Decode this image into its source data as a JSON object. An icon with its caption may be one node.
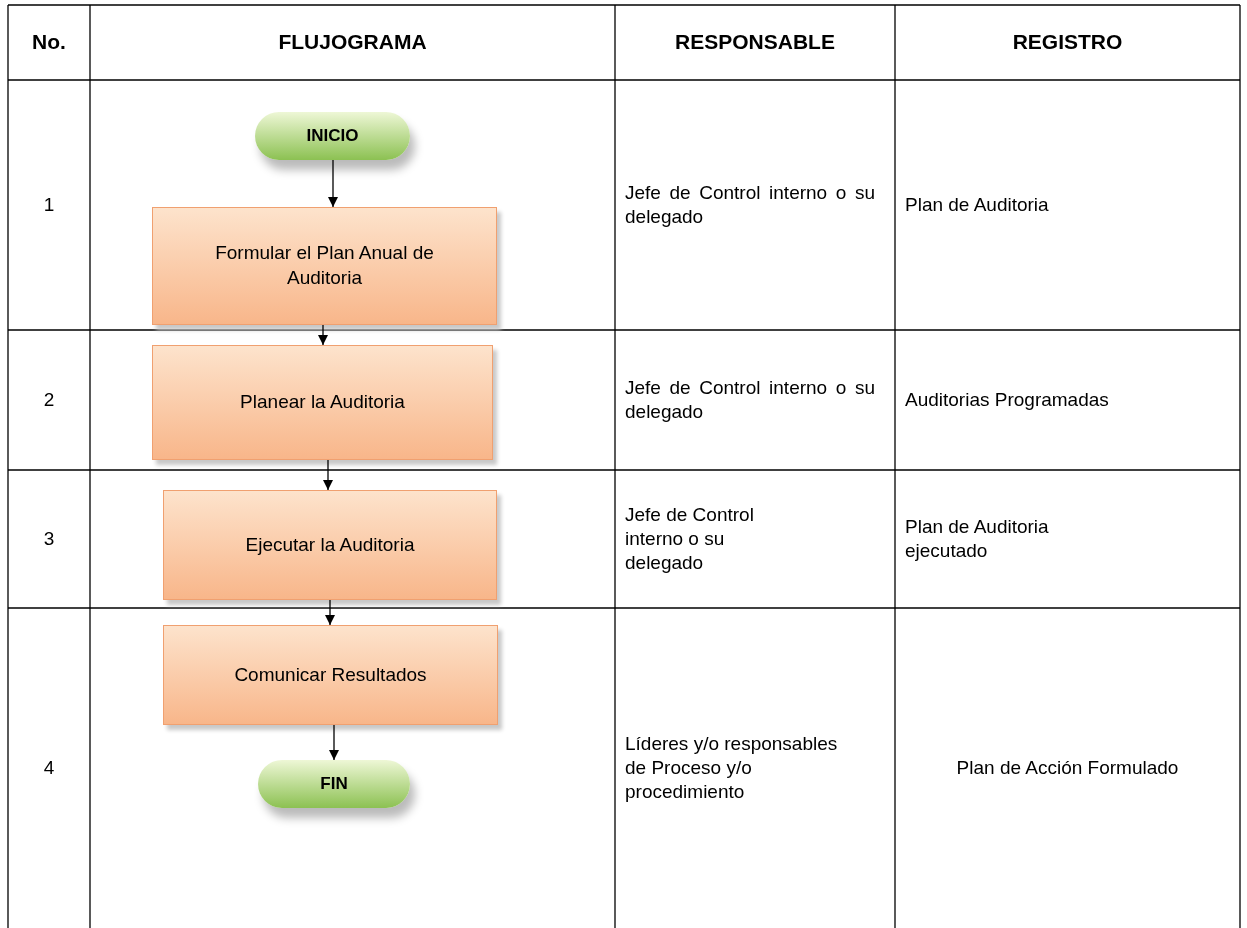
{
  "diagram": {
    "nodes": [
      {
        "text": [
          "INICIO"
        ]
      },
      {
        "text": [
          "Formular el Plan Anual de Auditoria"
        ]
      },
      {
        "text": [
          "Planear la Auditoria"
        ]
      },
      {
        "text": [
          "Ejecutar la Auditoria"
        ]
      },
      {
        "text": [
          "Comunicar Resultados"
        ]
      },
      {
        "text": [
          "FIN"
        ]
      }
    ],
    "edges": [
      {
        "from": 0,
        "to": 1,
        "arrow": "to"
      },
      {
        "from": 1,
        "to": 2,
        "arrow": "to"
      },
      {
        "from": 2,
        "to": 3,
        "arrow": "to"
      },
      {
        "from": 3,
        "to": 4,
        "arrow": "to"
      },
      {
        "from": 4,
        "to": 5,
        "arrow": "to"
      }
    ],
    "labels": [
      "No.",
      "FLUJOGRAMA",
      "RESPONSABLE",
      "REGISTRO",
      "1",
      "Jefe de Control interno o su delegado",
      "Plan de Auditoria",
      "2",
      "Jefe de Control interno o su delegado",
      "Auditorias Programadas",
      "3",
      "Jefe de Control interno o su delegado",
      "Plan de Auditoria ejecutado",
      "4",
      "Líderes y/o responsables de Proceso y/o procedimiento",
      "Plan de Acción Formulado"
    ]
  }
}
